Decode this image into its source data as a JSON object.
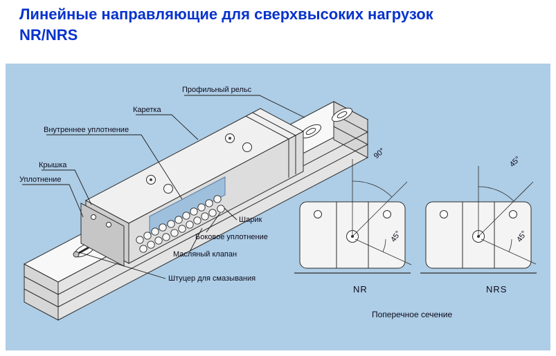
{
  "title": {
    "line1": "Линейные направляющие для сверхвысоких нагрузок",
    "line2": "NR/NRS"
  },
  "colors": {
    "title_color": "#0733cc",
    "panel_bg": "#aecde6",
    "label_color": "#0b0b1a",
    "seal_fill": "#9fc0dc"
  },
  "diagram": {
    "part_labels": {
      "rail": "Профильный рельс",
      "carriage": "Каретка",
      "inner_seal": "Внутреннее уплотнение",
      "cap": "Крышка",
      "seal": "Уплотнение",
      "ball": "Шарик",
      "side_seal": "Боковое уплотнение",
      "oil_valve": "Масляный клапан",
      "grease_nipple": "Штуцер для смазывания"
    },
    "cross_sections": {
      "caption": "Поперечное сечение",
      "nr": {
        "label": "NR",
        "angle_top": "90°",
        "angle_bottom": "45°"
      },
      "nrs": {
        "label": "NRS",
        "angle_top": "45°",
        "angle_bottom": "45°"
      }
    }
  }
}
